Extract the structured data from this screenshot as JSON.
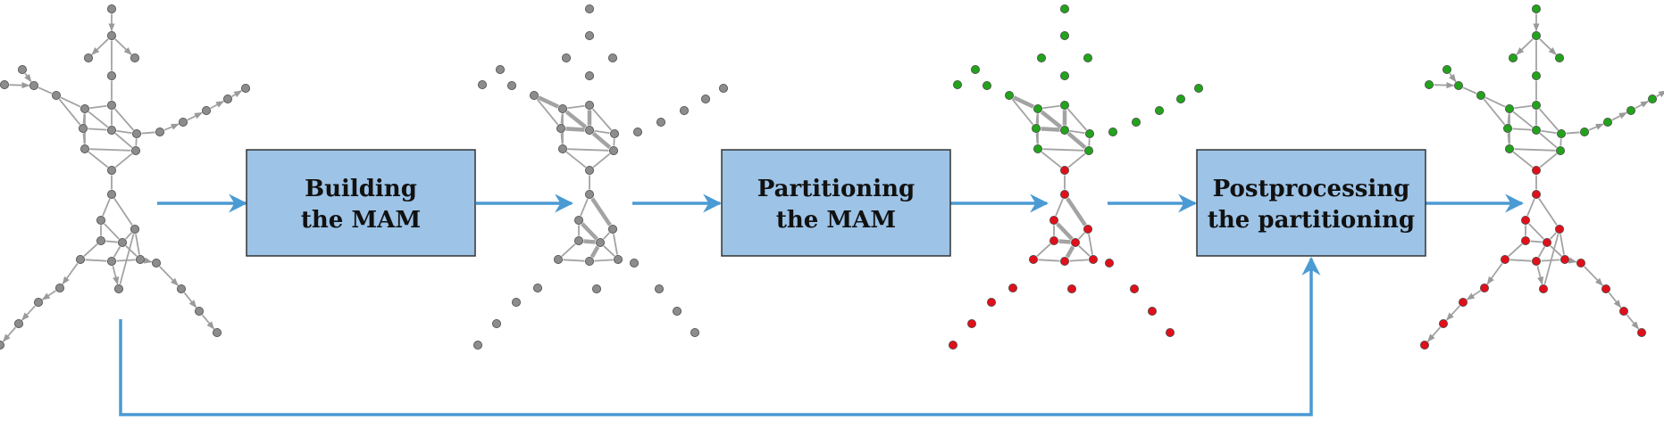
{
  "steps": [
    {
      "id": "build",
      "lines": [
        "Building",
        "the MAM"
      ]
    },
    {
      "id": "partition",
      "lines": [
        "Partitioning",
        "the MAM"
      ]
    },
    {
      "id": "post",
      "lines": [
        "Postprocessing",
        "the partitioning"
      ]
    }
  ],
  "colors": {
    "box_fill": "#9dc3e6",
    "box_stroke": "#333333",
    "arrow": "#4a9ad4",
    "node_gray": "#8c8c8c",
    "node_green": "#22a31b",
    "node_red": "#e0101b",
    "edge_gray": "#a3a3a3"
  },
  "panels": [
    {
      "id": "input-graph",
      "style": "graph-gray"
    },
    {
      "id": "mam-graph",
      "style": "mam-gray"
    },
    {
      "id": "mam-partitioned",
      "style": "mam-colored"
    },
    {
      "id": "output-graph",
      "style": "graph-colored"
    }
  ]
}
